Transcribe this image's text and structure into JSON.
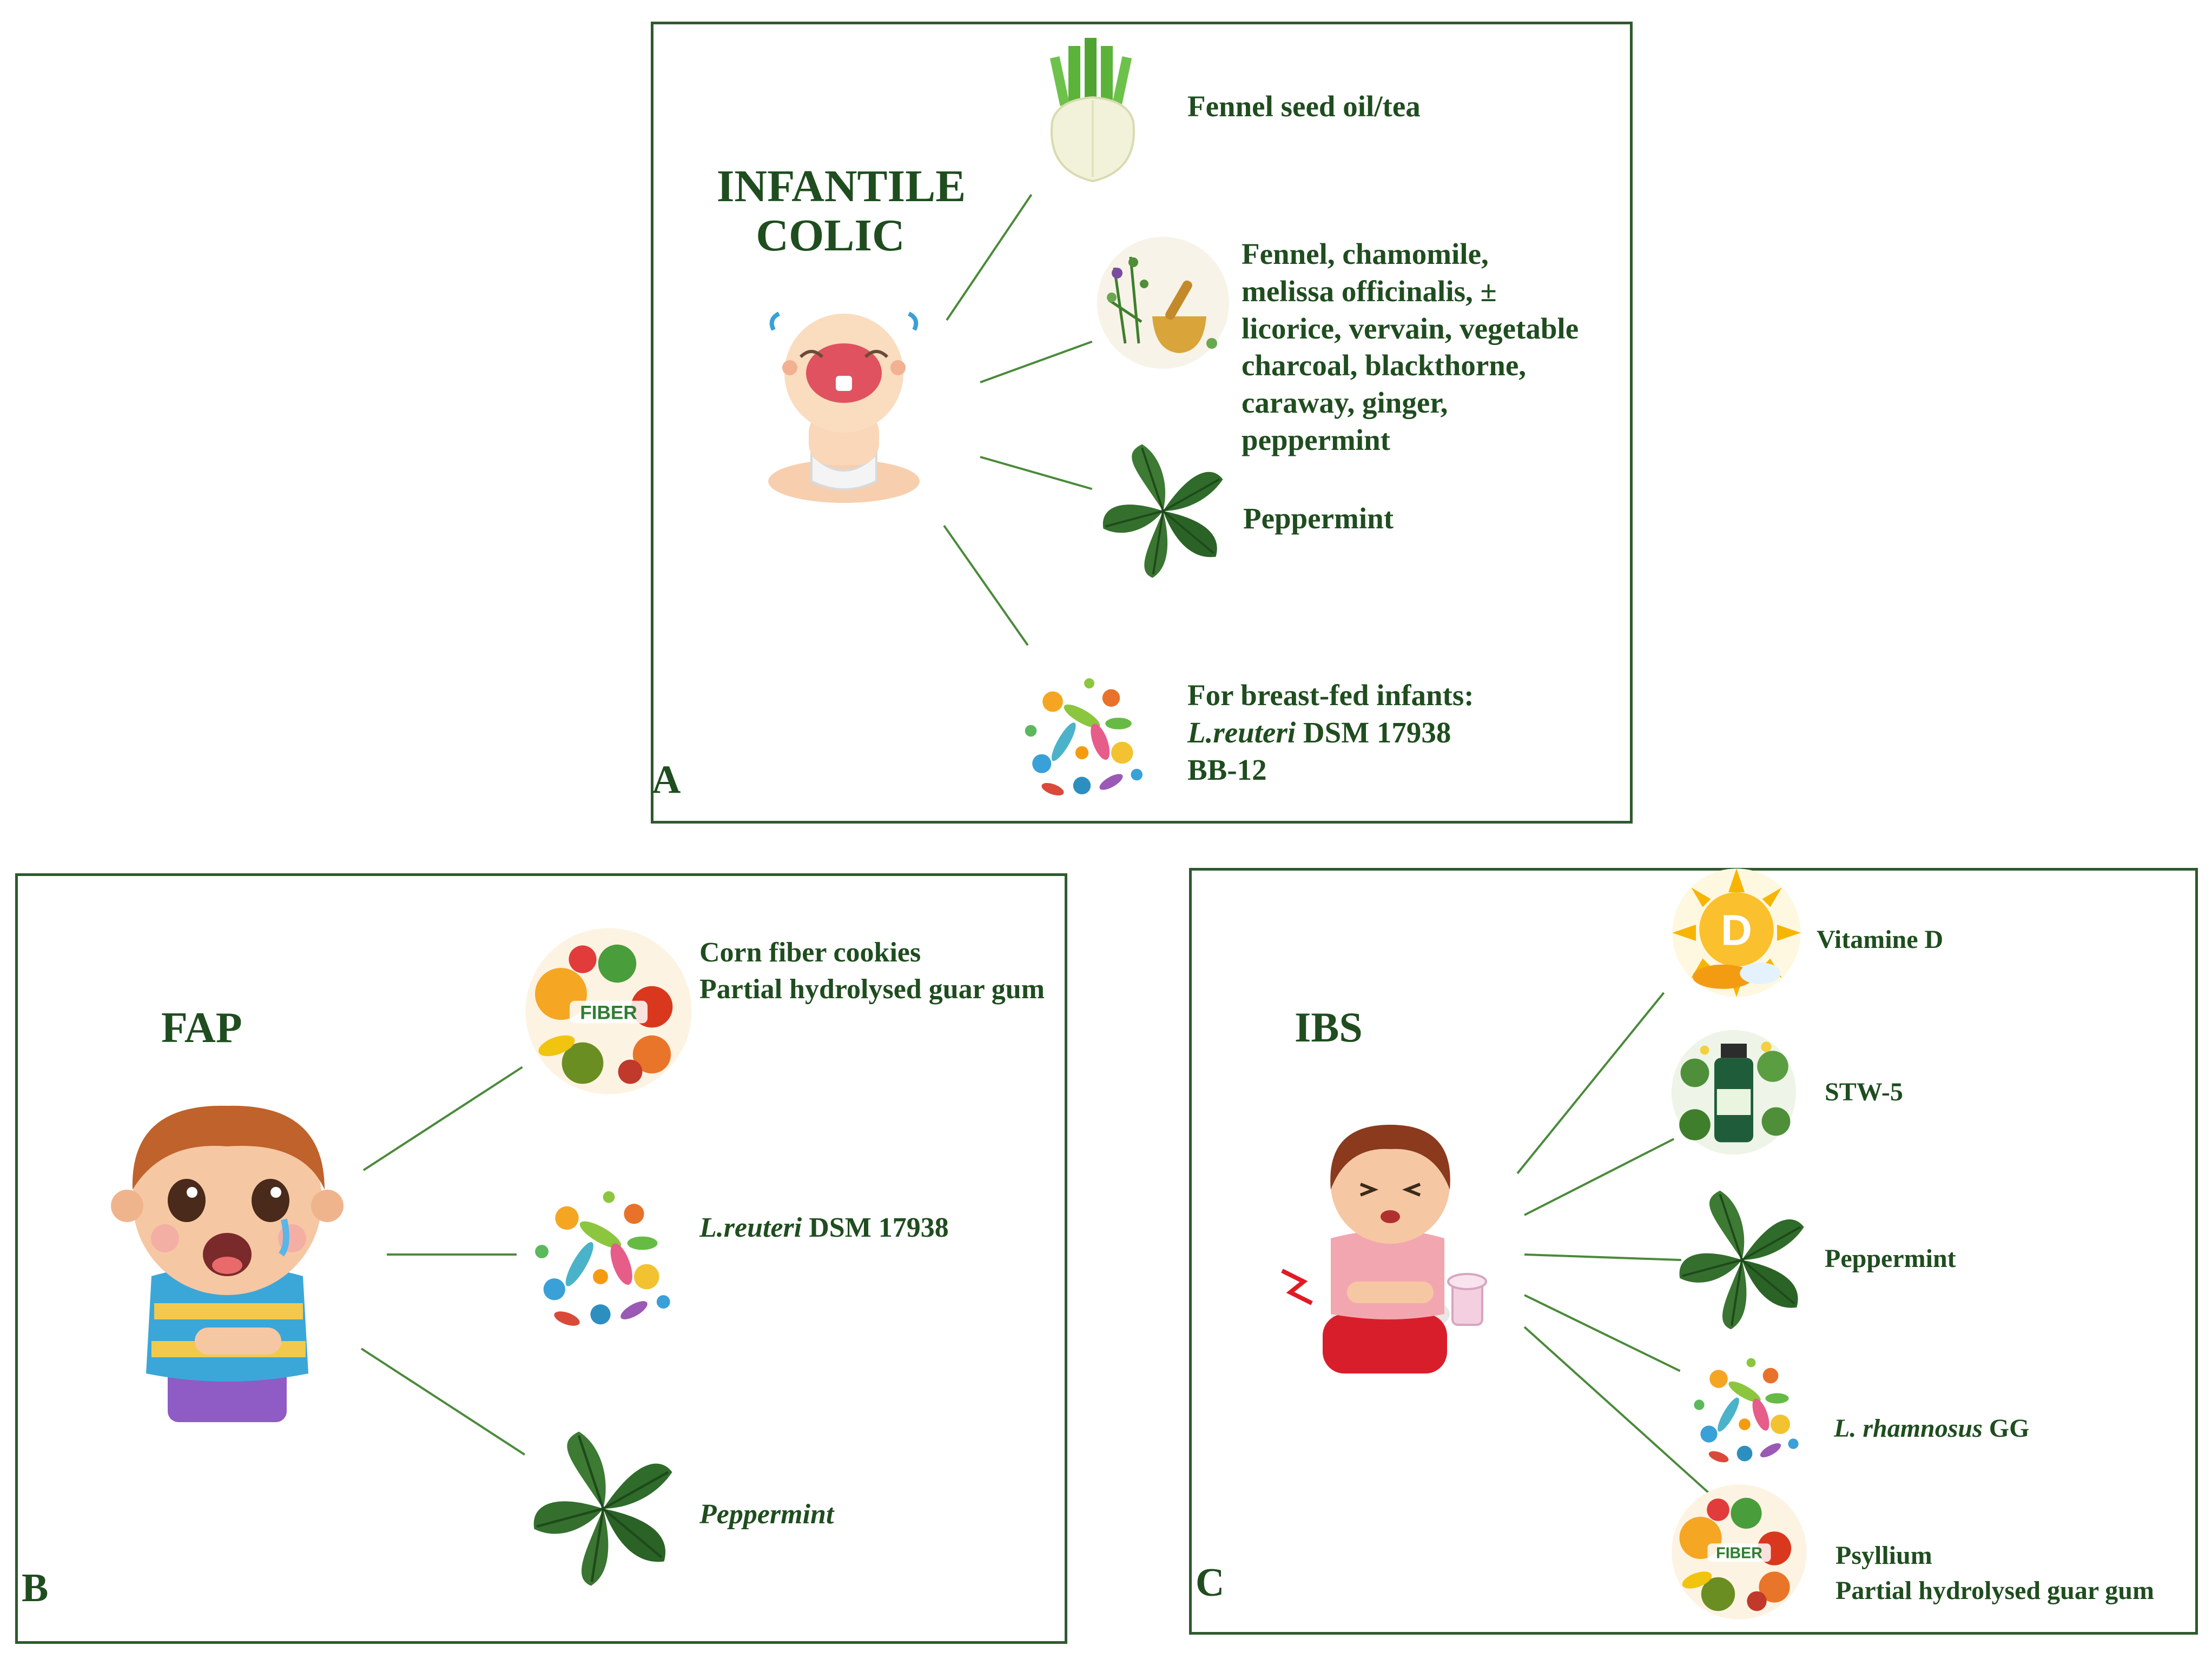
{
  "panel_a": {
    "letter": "A",
    "title_line1": "INFANTILE",
    "title_line2": "COLIC",
    "items": [
      {
        "text": "Fennel seed oil/tea",
        "icon": "fennel-icon"
      },
      {
        "lines": [
          "Fennel, chamomile,",
          "melissa officinalis, ±",
          "licorice, vervain, vegetable",
          "charcoal,  blackthorne,",
          "caraway, ginger,",
          "peppermint"
        ],
        "icon": "herbs-mortar-icon"
      },
      {
        "text": "Peppermint",
        "icon": "mint-leaf-icon"
      },
      {
        "line1": "For breast-fed infants:",
        "line2_italic": "L.reuteri",
        "line2_rest": " DSM 17938",
        "line3": "BB-12",
        "icon": "bacteria-circle-icon"
      }
    ],
    "central_icon": "crying-baby-icon"
  },
  "panel_b": {
    "letter": "B",
    "title": "FAP",
    "items": [
      {
        "lines": [
          "Corn fiber cookies",
          "Partial hydrolysed guar gum"
        ],
        "icon": "fiber-foods-icon",
        "badge": "FIBER"
      },
      {
        "italic": "L.reuteri",
        "rest": " DSM 17938",
        "icon": "bacteria-circle-icon"
      },
      {
        "text": "Peppermint",
        "icon": "mint-leaf-icon"
      }
    ],
    "central_icon": "boy-stomach-ache-icon"
  },
  "panel_c": {
    "letter": "C",
    "title": "IBS",
    "items": [
      {
        "text": "Vitamine D",
        "icon": "vitamin-d-sun-icon",
        "badge": "D"
      },
      {
        "text": "STW-5",
        "icon": "herbal-bottle-icon"
      },
      {
        "text": "Peppermint",
        "icon": "mint-leaf-icon"
      },
      {
        "italic": "L. rhamnosus",
        "rest": " GG",
        "icon": "bacteria-circle-icon"
      },
      {
        "lines": [
          "Psyllium",
          "Partial hydrolysed guar gum"
        ],
        "icon": "fiber-foods-icon",
        "badge": "FIBER"
      }
    ],
    "central_icon": "girl-toilet-icon"
  },
  "colors": {
    "text": "#1f4d1f",
    "border": "#2e5a2e",
    "connector": "#4a8a3a",
    "mint": "#2f6b2a"
  }
}
